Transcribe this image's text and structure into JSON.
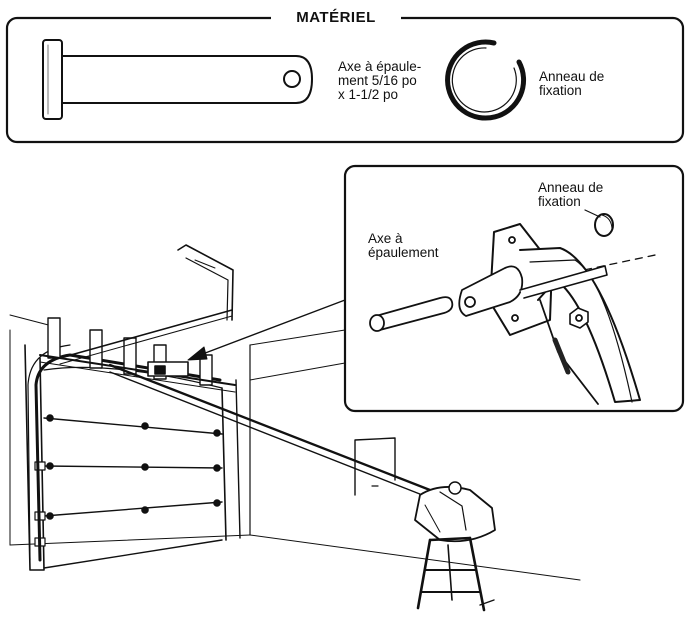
{
  "hardware": {
    "title": "MATÉRIEL",
    "pin": {
      "lines": [
        "Axe à épaule-",
        "ment 5/16 po",
        "x 1-1/2 po"
      ],
      "icon": "clevis-pin-icon"
    },
    "ring": {
      "lines": [
        "Anneau de",
        "fixation"
      ],
      "icon": "retaining-ring-icon"
    }
  },
  "detail": {
    "ring_lines": [
      "Anneau de",
      "fixation"
    ],
    "pin_lines": [
      "Axe à",
      "épaulement"
    ]
  },
  "colors": {
    "ink": "#111111",
    "background": "#ffffff",
    "tone": "#7a7a7a"
  }
}
